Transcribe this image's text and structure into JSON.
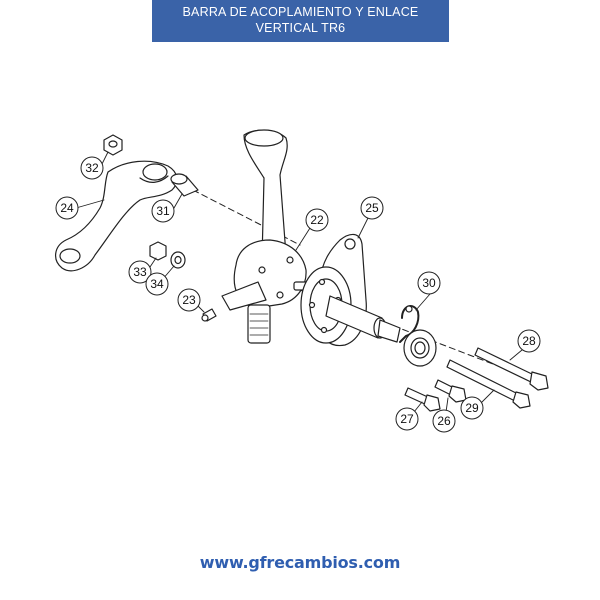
{
  "header": {
    "title_line1": "BARRA DE ACOPLAMIENTO Y ENLACE",
    "title_line2": "VERTICAL TR6",
    "background_color": "#3a63a8"
  },
  "diagram": {
    "part_numbers": [
      "22",
      "23",
      "24",
      "25",
      "26",
      "27",
      "28",
      "29",
      "30",
      "31",
      "32",
      "33",
      "34"
    ]
  },
  "footer": {
    "website": "www.gfrecambios.com",
    "link_color": "#2f5eb0"
  }
}
